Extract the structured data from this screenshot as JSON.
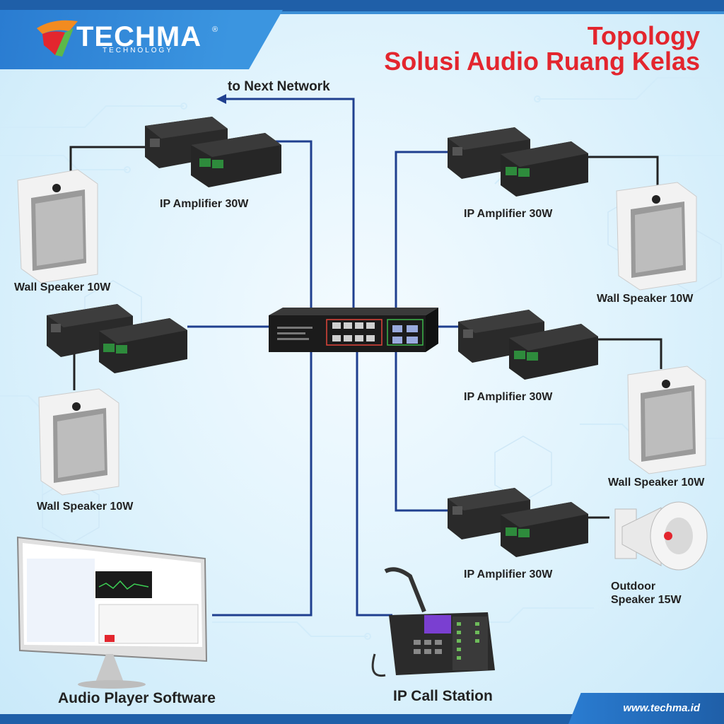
{
  "brand": {
    "name": "TECHMA",
    "sub": "TECHNOLOGY",
    "reg": "®"
  },
  "title": {
    "line1": "Topology",
    "line2": "Solusi Audio Ruang Kelas"
  },
  "labels": {
    "next_network": "to Next Network",
    "amp_tl": "IP Amplifier 30W",
    "amp_tr": "IP Amplifier 30W",
    "amp_mr": "IP Amplifier 30W",
    "amp_br": "IP Amplifier 30W",
    "spk_tl": "Wall Speaker 10W",
    "spk_ml": "Wall Speaker 10W",
    "spk_tr": "Wall Speaker 10W",
    "spk_mr": "Wall Speaker 10W",
    "outdoor1": "Outdoor",
    "outdoor2": "Speaker 15W",
    "software": "Audio Player Software",
    "call": "IP  Call Station"
  },
  "footer": {
    "url": "www.techma.id"
  },
  "colors": {
    "link": "#1f3f8f",
    "title": "#e3262e",
    "brand": "#2a7cd1"
  }
}
